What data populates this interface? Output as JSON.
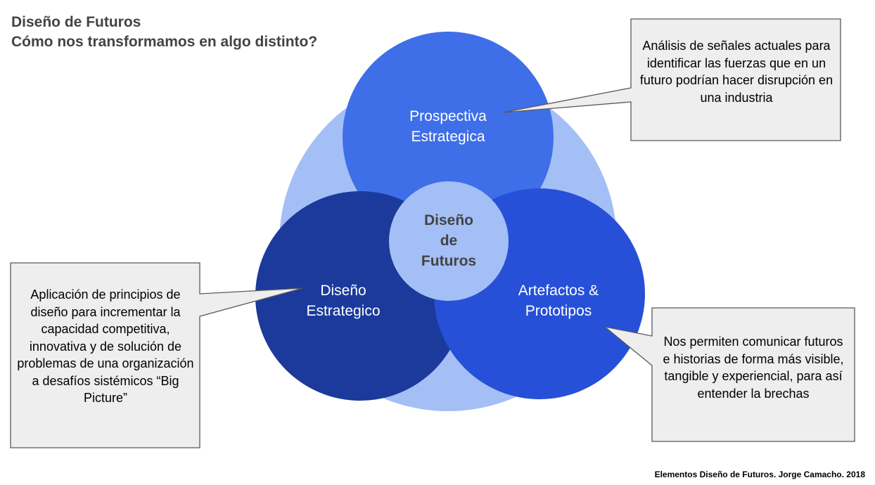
{
  "title": {
    "line1": "Diseño de Futuros",
    "line2": "Cómo nos transformamos en algo distinto?"
  },
  "circles": {
    "top": {
      "line1": "Prospectiva",
      "line2": "Estrategica",
      "color": "#3e6fe8"
    },
    "left": {
      "line1": "Diseño",
      "line2": "Estrategico",
      "color": "#1b3a9b"
    },
    "right": {
      "line1": "Artefactos &",
      "line2": "Prototipos",
      "color": "#2750d8"
    },
    "center": {
      "line1": "Diseño",
      "line2": "de",
      "line3": "Futuros",
      "color": "#a4bff5"
    },
    "background_color": "#a4bff5"
  },
  "notes": {
    "top": "Análisis de señales actuales para identificar las fuerzas que en un futuro podrían hacer disrupción en una industria",
    "left": "Aplicación de principios de diseño para incrementar la capacidad competitiva, innovativa y de solución de problemas de una organización a desafíos sistémicos “Big Picture”",
    "right": "Nos permiten comunicar futuros e historias de forma más visible, tangible y experiencial, para así entender la brechas"
  },
  "footer": "Elementos Diseño de Futuros. Jorge Camacho. 2018"
}
